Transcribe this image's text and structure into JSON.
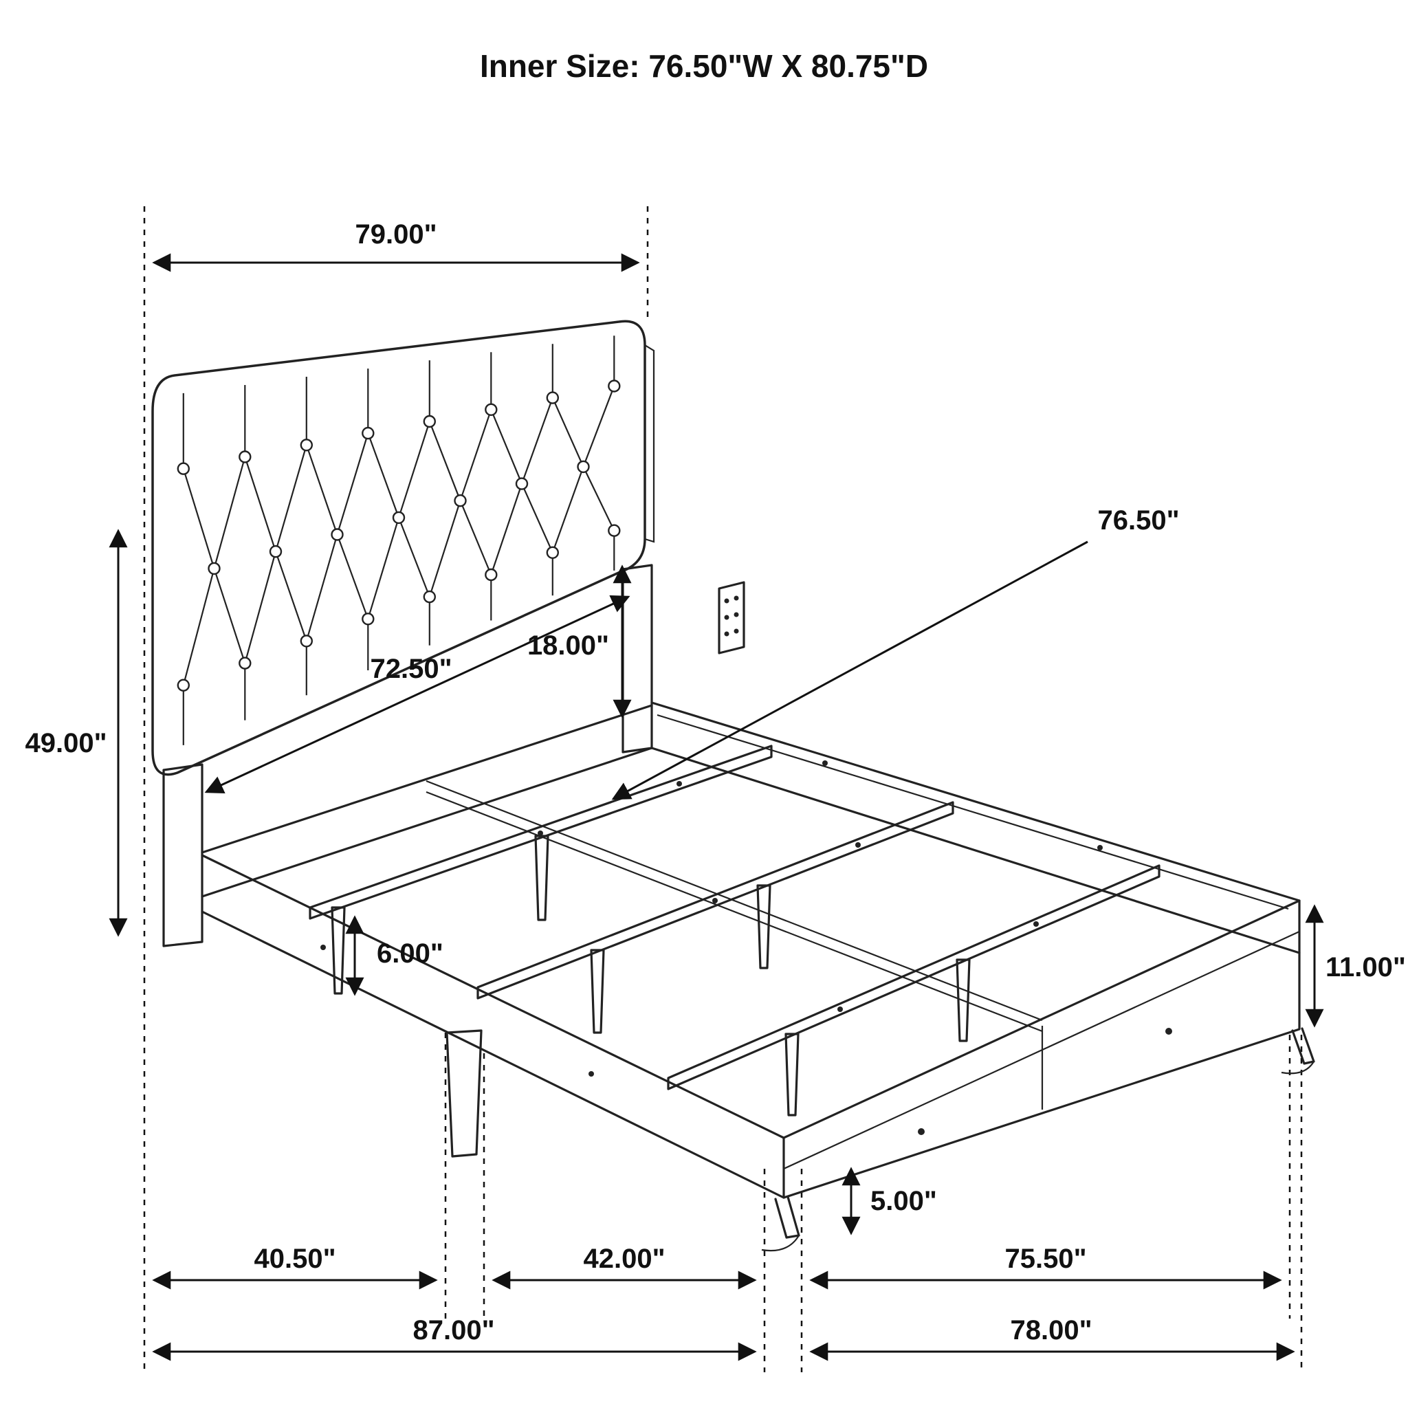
{
  "title": "Inner Size: 76.50\"W X 80.75\"D",
  "colors": {
    "ink": "#111111",
    "background": "#ffffff"
  },
  "dims": {
    "w79": "79.00\"",
    "h49": "49.00\"",
    "w72_5": "72.50\"",
    "h18": "18.00\"",
    "w76_5": "76.50\"",
    "h6": "6.00\"",
    "h11": "11.00\"",
    "h5": "5.00\"",
    "w40_5": "40.50\"",
    "w42": "42.00\"",
    "w75_5": "75.50\"",
    "w87": "87.00\"",
    "w78": "78.00\""
  }
}
